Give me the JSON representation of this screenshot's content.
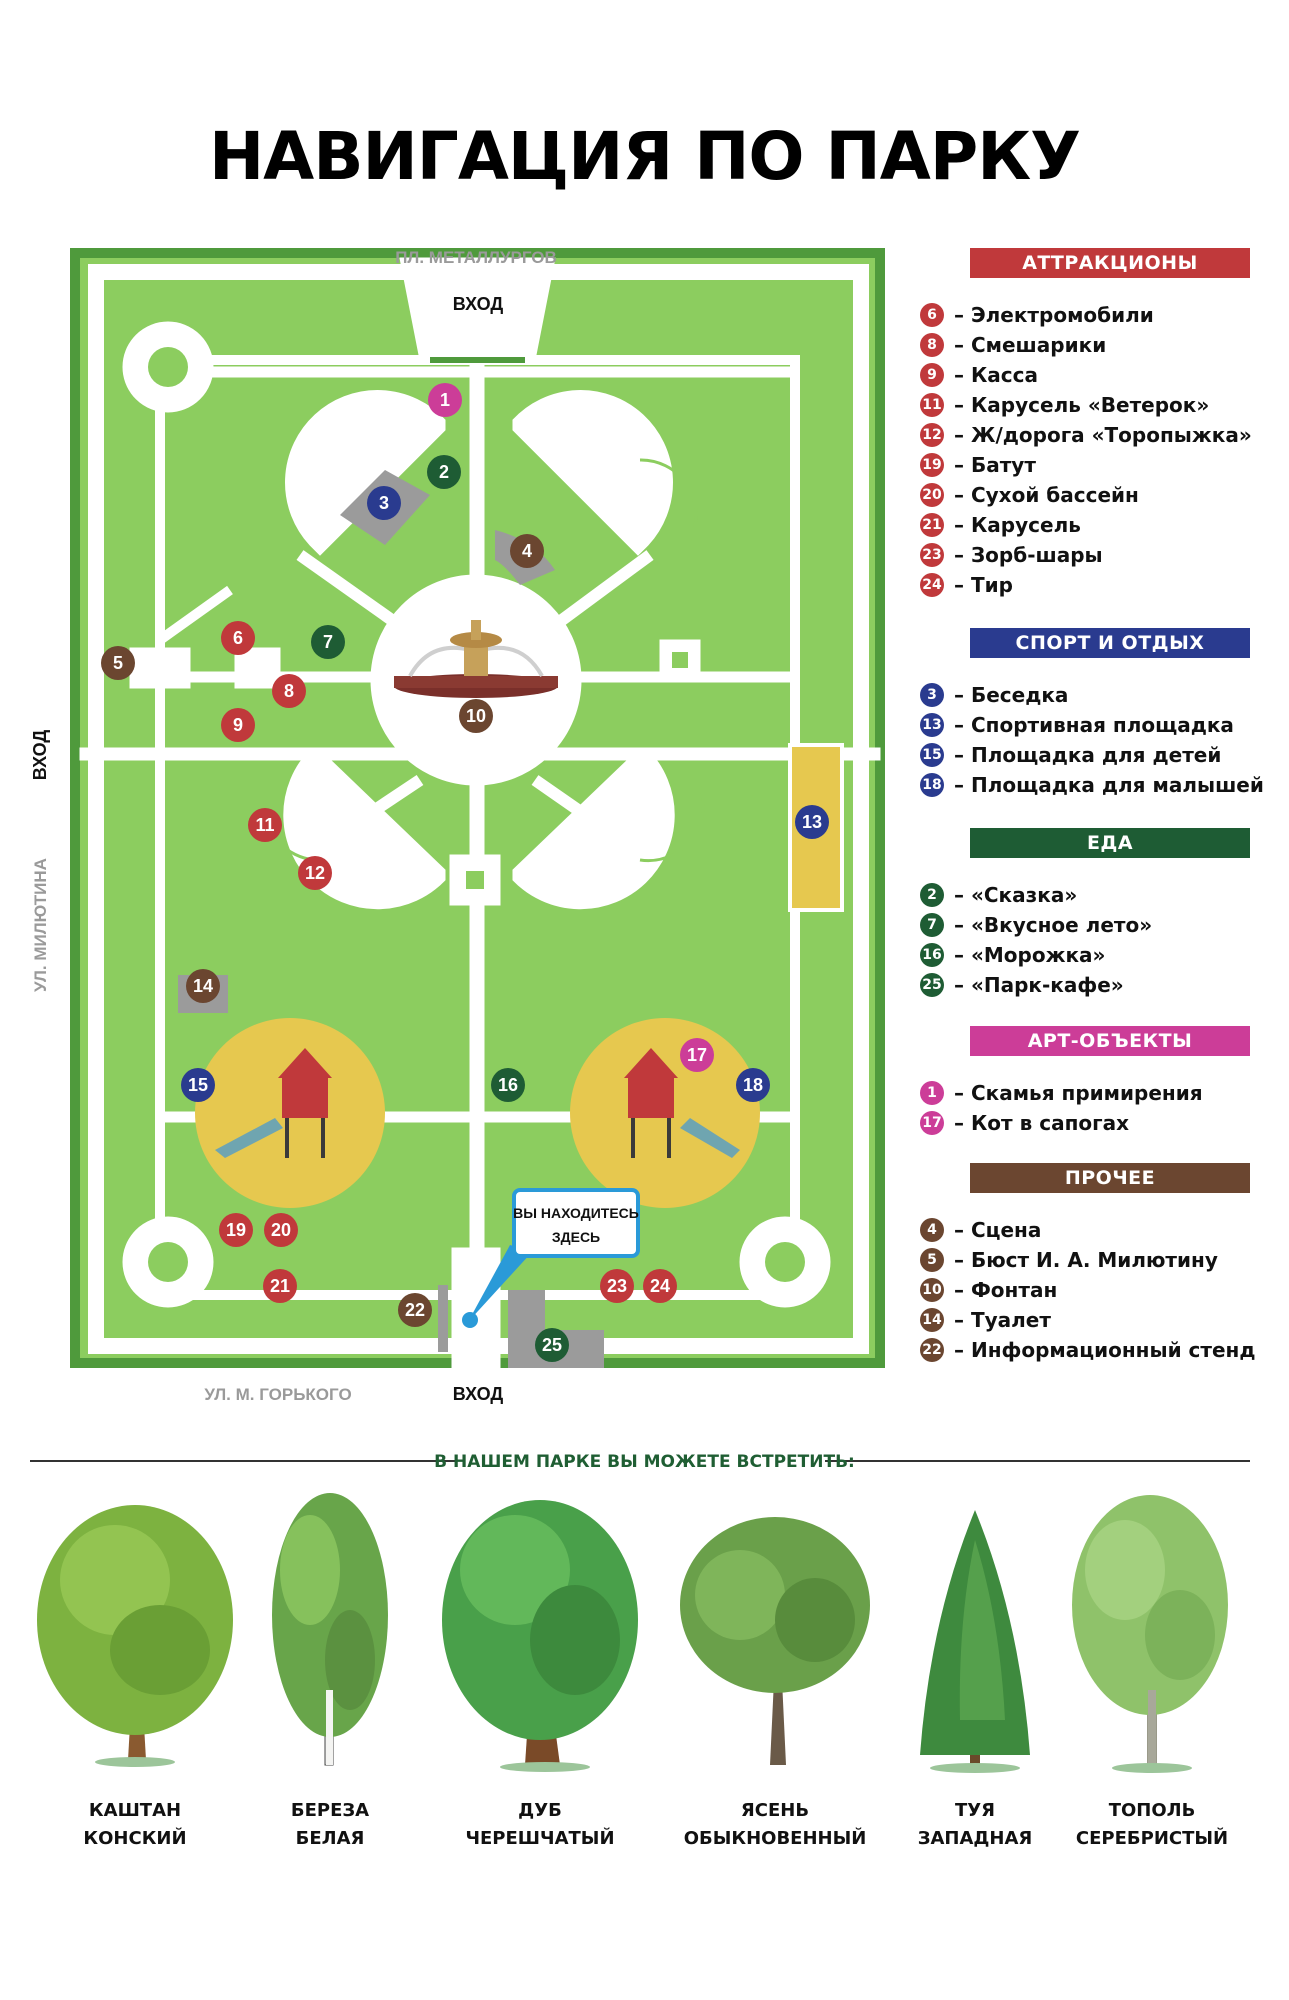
{
  "page_title": "НАВИГАЦИЯ ПО ПАРКУ",
  "colors": {
    "grass": "#8ccd5f",
    "border": "#4f9a3c",
    "path": "#ffffff",
    "playground": "#e6c84f",
    "gray": "#9b9b9b",
    "attractions": "#c0393b",
    "sport": "#2a3b8f",
    "food": "#1e5c34",
    "art": "#cc3d98",
    "other": "#6b4630",
    "pointer": "#2a9ad8"
  },
  "map": {
    "streets": {
      "top": "ПЛ. МЕТАЛЛУРГОВ",
      "left": "УЛ. МИЛЮТИНА",
      "bottom": "УЛ. М. ГОРЬКОГО"
    },
    "entrances": {
      "top": "ВХОД",
      "left": "ВХОД",
      "bottom": "ВХОД"
    },
    "you_are_here": [
      "ВЫ НАХОДИТЕСЬ",
      "ЗДЕСЬ"
    ],
    "markers": [
      {
        "n": "1",
        "cat": "art"
      },
      {
        "n": "2",
        "cat": "food"
      },
      {
        "n": "3",
        "cat": "sport"
      },
      {
        "n": "4",
        "cat": "other"
      },
      {
        "n": "5",
        "cat": "other"
      },
      {
        "n": "6",
        "cat": "attractions"
      },
      {
        "n": "7",
        "cat": "food"
      },
      {
        "n": "8",
        "cat": "attractions"
      },
      {
        "n": "9",
        "cat": "attractions"
      },
      {
        "n": "10",
        "cat": "other"
      },
      {
        "n": "11",
        "cat": "attractions"
      },
      {
        "n": "12",
        "cat": "attractions"
      },
      {
        "n": "13",
        "cat": "sport"
      },
      {
        "n": "14",
        "cat": "other"
      },
      {
        "n": "15",
        "cat": "sport"
      },
      {
        "n": "16",
        "cat": "food"
      },
      {
        "n": "17",
        "cat": "art"
      },
      {
        "n": "18",
        "cat": "sport"
      },
      {
        "n": "19",
        "cat": "attractions"
      },
      {
        "n": "20",
        "cat": "attractions"
      },
      {
        "n": "21",
        "cat": "attractions"
      },
      {
        "n": "22",
        "cat": "other"
      },
      {
        "n": "23",
        "cat": "attractions"
      },
      {
        "n": "24",
        "cat": "attractions"
      },
      {
        "n": "25",
        "cat": "food"
      }
    ]
  },
  "legend": [
    {
      "key": "attractions",
      "title": "АТТРАКЦИОНЫ",
      "items": [
        {
          "n": "6",
          "label": "– Электромобили"
        },
        {
          "n": "8",
          "label": "– Смешарики"
        },
        {
          "n": "9",
          "label": "– Касса"
        },
        {
          "n": "11",
          "label": "– Карусель «Ветерок»"
        },
        {
          "n": "12",
          "label": "– Ж/дорога «Торопыжка»"
        },
        {
          "n": "19",
          "label": "– Батут"
        },
        {
          "n": "20",
          "label": "– Сухой бассейн"
        },
        {
          "n": "21",
          "label": "– Карусель"
        },
        {
          "n": "23",
          "label": "– Зорб-шары"
        },
        {
          "n": "24",
          "label": "– Тир"
        }
      ]
    },
    {
      "key": "sport",
      "title": "СПОРТ И ОТДЫХ",
      "items": [
        {
          "n": "3",
          "label": "– Беседка"
        },
        {
          "n": "13",
          "label": "– Спортивная площадка"
        },
        {
          "n": "15",
          "label": "– Площадка для детей"
        },
        {
          "n": "18",
          "label": "– Площадка для малышей"
        }
      ]
    },
    {
      "key": "food",
      "title": "ЕДА",
      "items": [
        {
          "n": "2",
          "label": "– «Сказка»"
        },
        {
          "n": "7",
          "label": "– «Вкусное лето»"
        },
        {
          "n": "16",
          "label": "– «Морожка»"
        },
        {
          "n": "25",
          "label": "– «Парк-кафе»"
        }
      ]
    },
    {
      "key": "art",
      "title": "АРТ-ОБЪЕКТЫ",
      "items": [
        {
          "n": "1",
          "label": "– Скамья примирения"
        },
        {
          "n": "17",
          "label": "– Кот в сапогах"
        }
      ]
    },
    {
      "key": "other",
      "title": "ПРОЧЕЕ",
      "items": [
        {
          "n": "4",
          "label": "– Сцена"
        },
        {
          "n": "5",
          "label": "– Бюст И. А. Милютину"
        },
        {
          "n": "10",
          "label": "– Фонтан"
        },
        {
          "n": "14",
          "label": "– Туалет"
        },
        {
          "n": "22",
          "label": "– Информационный стенд"
        }
      ]
    }
  ],
  "trees_heading": "В НАШЕМ ПАРКЕ ВЫ МОЖЕТЕ ВСТРЕТИТЬ:",
  "trees": [
    {
      "name": [
        "КАШТАН",
        "КОНСКИЙ"
      ],
      "icon": "chestnut-tree"
    },
    {
      "name": [
        "БЕРЕЗА",
        "БЕЛАЯ"
      ],
      "icon": "birch-tree"
    },
    {
      "name": [
        "ДУБ",
        "ЧЕРЕШЧАТЫЙ"
      ],
      "icon": "oak-tree"
    },
    {
      "name": [
        "ЯСЕНЬ",
        "ОБЫКНОВЕННЫЙ"
      ],
      "icon": "ash-tree"
    },
    {
      "name": [
        "ТУЯ",
        "ЗАПАДНАЯ"
      ],
      "icon": "thuja-tree"
    },
    {
      "name": [
        "ТОПОЛЬ",
        "СЕРЕБРИСТЫЙ"
      ],
      "icon": "poplar-tree"
    }
  ]
}
